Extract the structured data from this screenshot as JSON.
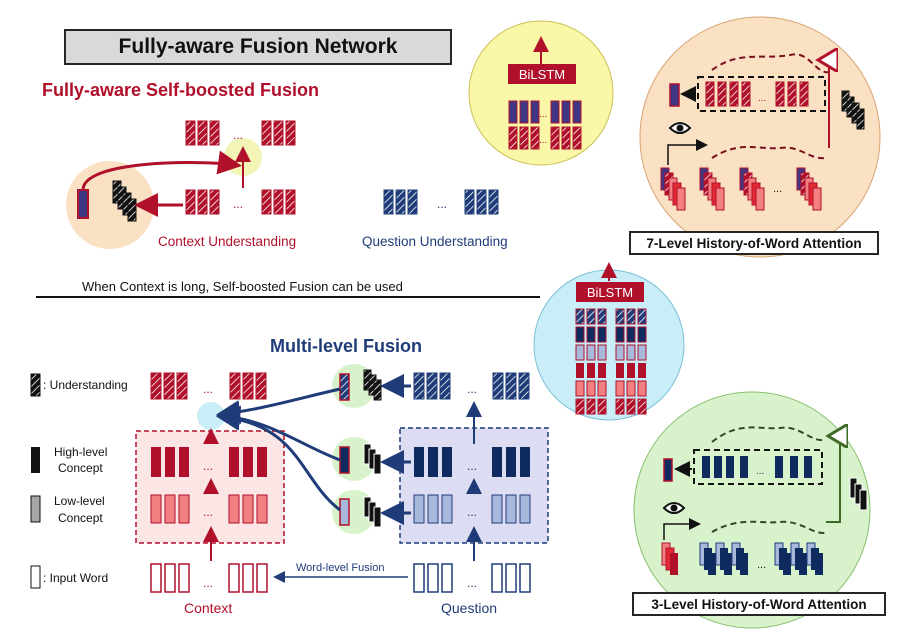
{
  "title": "Fully-aware Fusion Network",
  "self_boosted": {
    "heading": "Fully-aware Self-boosted Fusion",
    "context_label": "Context Understanding",
    "question_label": "Question Understanding",
    "ellipsis": "..."
  },
  "note": "When Context is long, Self-boosted Fusion can be used",
  "multi_level": {
    "heading": "Multi-level Fusion",
    "legend": {
      "understanding": ": Understanding",
      "high_level_1": "High-level",
      "high_level_2": "Concept",
      "low_level_1": "Low-level",
      "low_level_2": "Concept",
      "input_word": ": Input Word"
    },
    "word_level_fusion": "Word-level Fusion",
    "context": "Context",
    "question": "Question"
  },
  "bilstm": "BiLSTM",
  "attention_7": "7-Level History-of-Word Attention",
  "attention_3": "3-Level History-of-Word Attention",
  "colors": {
    "red": "#b1102b",
    "blue": "#1f3c78",
    "navy": "#0e2a5e",
    "red_fill": "#e22a35",
    "light_red": "#f28080",
    "light_blue": "#a9b9dc",
    "yellow_circle": "#fbf7a8",
    "orange_circle": "#fbe1c3",
    "cyan_circle": "#c9eef8",
    "green_circle": "#d8f2cc"
  }
}
